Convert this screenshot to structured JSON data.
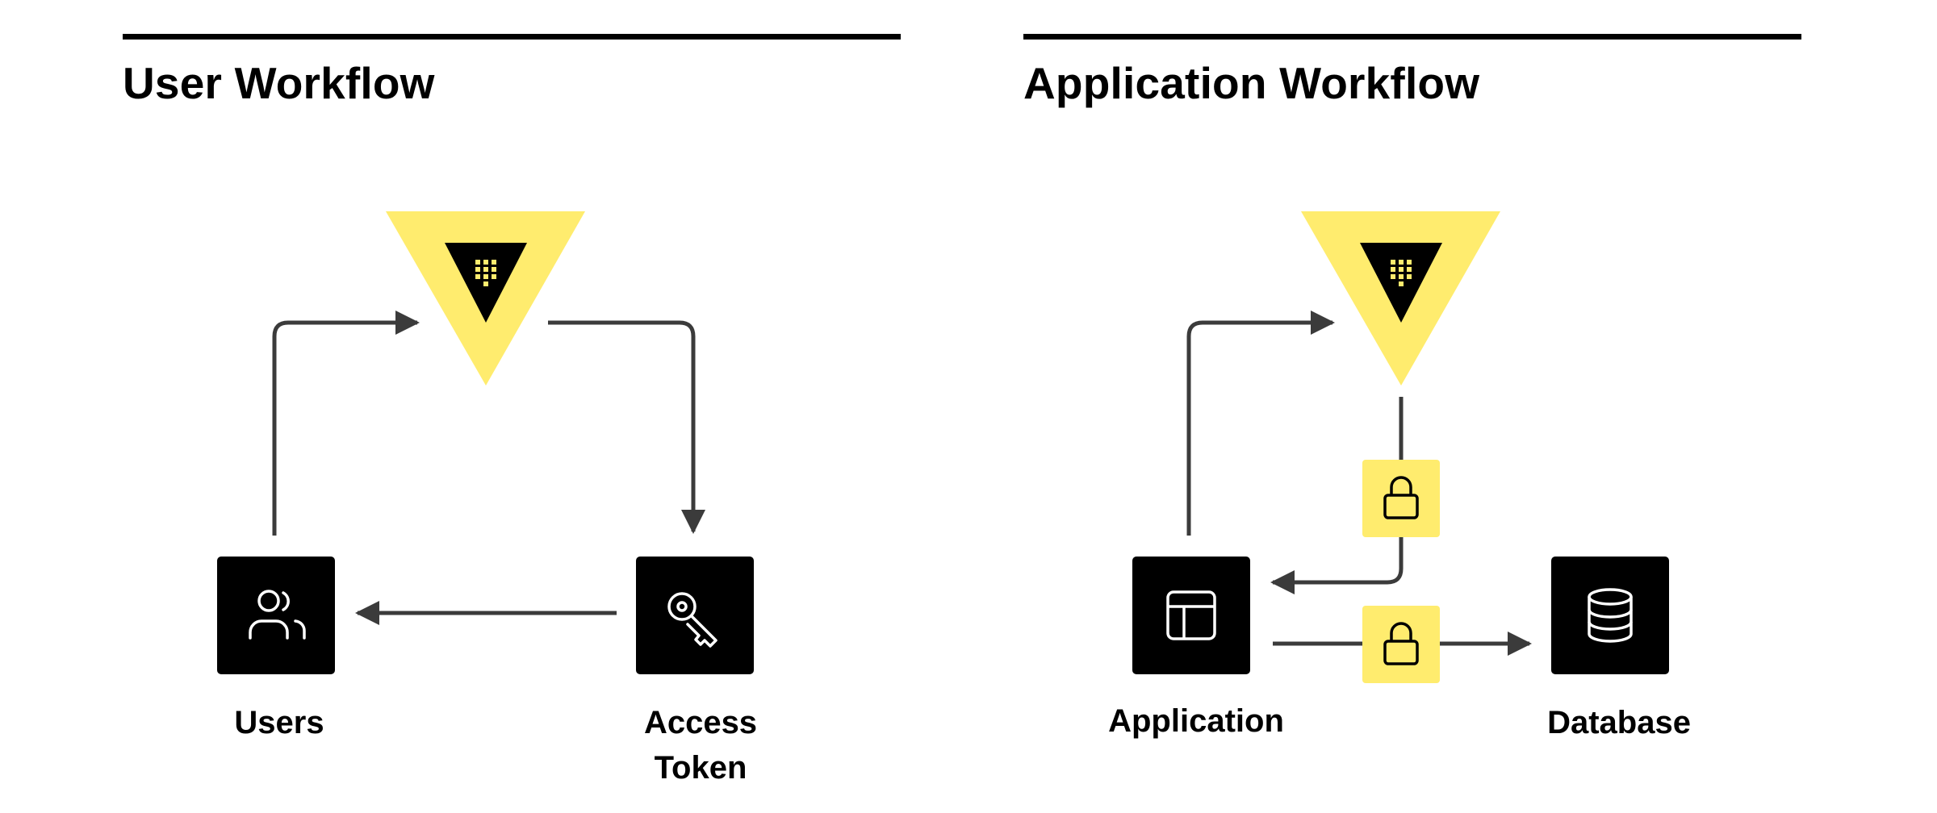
{
  "panels": {
    "user": {
      "title": "User Workflow",
      "nodes": {
        "vault": {
          "icon": "vault-triangle-icon"
        },
        "users": {
          "label": "Users",
          "icon": "users-icon"
        },
        "token": {
          "label": "Access\nToken",
          "icon": "key-icon"
        }
      }
    },
    "app": {
      "title": "Application Workflow",
      "nodes": {
        "vault": {
          "icon": "vault-triangle-icon"
        },
        "application": {
          "label": "Application",
          "icon": "application-window-icon"
        },
        "database": {
          "label": "Database",
          "icon": "database-icon"
        },
        "lock_upper": {
          "icon": "lock-icon"
        },
        "lock_lower": {
          "icon": "lock-icon"
        }
      }
    }
  },
  "colors": {
    "vault_yellow": "#FFEC6E",
    "node_black": "#000000",
    "arrow_gray": "#3B3B3B",
    "icon_stroke": "#FFFFFF",
    "keypad_yellow": "#FFEC6E"
  }
}
